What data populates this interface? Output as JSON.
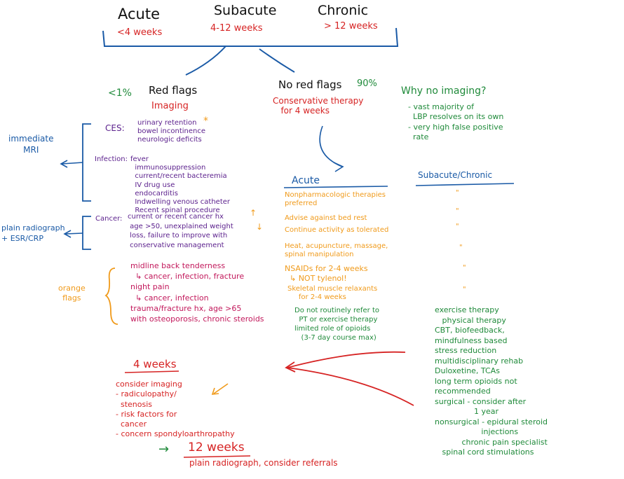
{
  "colors": {
    "black": "#111111",
    "red": "#d62323",
    "purple": "#5a1f8c",
    "magenta": "#c2185b",
    "orange": "#f09a1a",
    "blue": "#1a5aa6",
    "green": "#1f8a3a"
  },
  "header": {
    "acute": "Acute",
    "acute_duration": "<4 weeks",
    "subacute": "Subacute",
    "subacute_duration": "4-12 weeks",
    "chronic": "Chronic",
    "chronic_duration": "> 12 weeks"
  },
  "red_flags": {
    "percent": "<1%",
    "title": "Red flags",
    "action": "Imaging",
    "immediate_label": "immediate\nMRI",
    "ces_label": "CES:",
    "ces_items": "urinary retention\nbowel incontinence\nneurologic deficits",
    "star": "*",
    "infection_label": "Infection:",
    "infection_items": "fever\n  immunosuppression\n  current/recent bacteremia\n  IV drug use\n  endocarditis\n  Indwelling venous catheter\n  Recent spinal procedure",
    "cancer_left_label": "plain radiograph\n+ ESR/CRP",
    "cancer_label": "Cancer:",
    "cancer_items": "current or recent cancer hx\n age >50, unexplained weight\n loss, failure to improve with\n conservative management",
    "up_arrow": "↑",
    "down_arrow": "↓"
  },
  "orange_flags": {
    "label": "orange\nflags",
    "items": "midline back tenderness\n  ↳ cancer, infection, fracture\nnight pain\n  ↳ cancer, infection\ntrauma/fracture hx, age >65\nwith osteoporosis, chronic steroids"
  },
  "no_red_flags": {
    "title": "No red flags",
    "percent": "90%",
    "therapy": "Conservative therapy\n   for 4 weeks"
  },
  "why_no_imaging": {
    "title": "Why no imaging?",
    "items": "- vast majority of\n  LBP resolves on its own\n- very high false positive\n  rate"
  },
  "acute_column": {
    "title": "Acute",
    "items": [
      "Nonpharmacologic therapies\npreferred",
      "Advise against bed rest",
      "Continue activity as tolerated",
      "Heat, acupuncture, massage,\nspinal manipulation",
      "NSAIDs for 2-4 weeks\n  ↳ NOT tylenol!",
      "Skeletal muscle relaxants\n     for 2-4 weeks"
    ],
    "green_notes": "Do not routinely refer to\n  PT or exercise therapy\nlimited role of opioids\n   (3-7 day course max)"
  },
  "subacute_column": {
    "title": "Subacute/Chronic",
    "ditto": "\"",
    "items": "exercise therapy\n   physical therapy\nCBT, biofeedback,\nmindfulness based\nstress reduction\nmultidisciplinary rehab\nDuloxetine, TCAs\nlong term opioids not\nrecommended\nsurgical - consider after\n                1 year\nnonsurgical - epidural steroid\n                   injections\n           chronic pain specialist\n   spinal cord stimulations"
  },
  "four_weeks": {
    "title": "4 weeks",
    "items": "consider imaging\n- radiculopathy/\n  stenosis\n- risk factors for\n  cancer\n- concern spondyloarthropathy"
  },
  "twelve_weeks": {
    "arrow": "→",
    "title": "12 weeks",
    "subtitle": "plain radiograph, consider referrals"
  }
}
